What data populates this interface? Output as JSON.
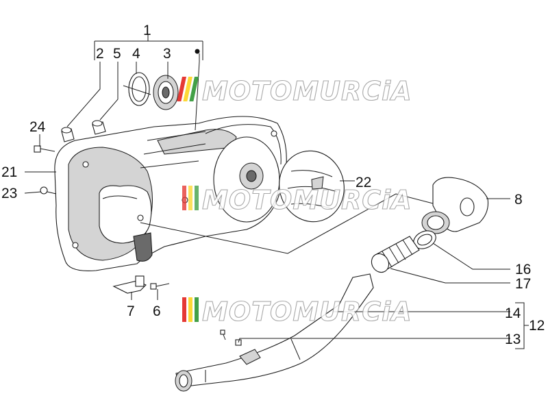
{
  "watermark": {
    "text": "MOTOMURCiA"
  },
  "callouts": {
    "c1": "1",
    "c2": "2",
    "c3": "3",
    "c4": "4",
    "c5": "5",
    "c6": "6",
    "c7": "7",
    "c8": "8",
    "c12": "12",
    "c13": "13",
    "c14": "14",
    "c16": "16",
    "c17": "17",
    "c21": "21",
    "c22": "22",
    "c23": "23",
    "c24": "24"
  },
  "colors": {
    "stripe_red": "#e53935",
    "stripe_yellow": "#fdd835",
    "stripe_green": "#43a047"
  }
}
